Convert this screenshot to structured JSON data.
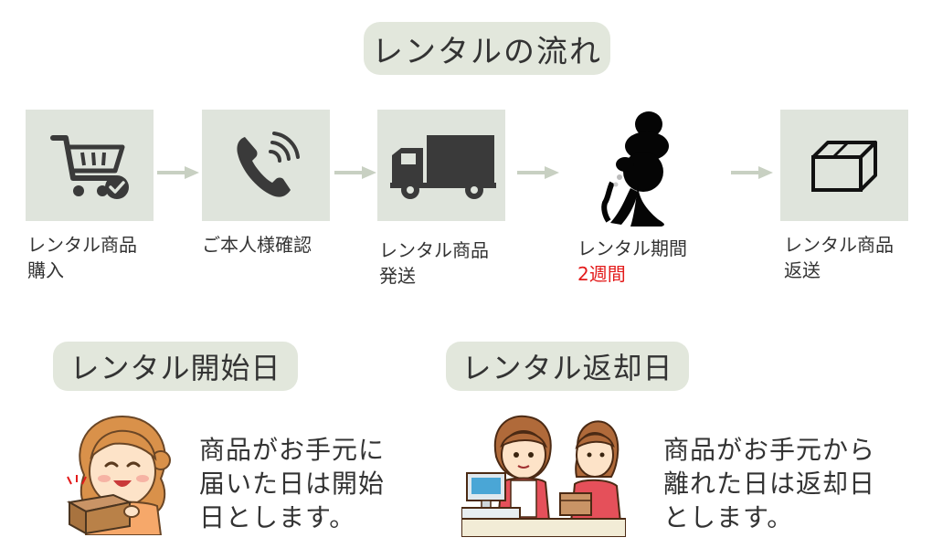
{
  "header": {
    "title": "レンタルの流れ"
  },
  "steps": [
    {
      "icon": "shopping-cart-icon",
      "line1": "レンタル商品",
      "line2": "購入"
    },
    {
      "icon": "phone-icon",
      "line1": "ご本人様確認",
      "line2": ""
    },
    {
      "icon": "truck-icon",
      "line1": "レンタル商品",
      "line2": "発送"
    },
    {
      "icon": "japanese-woman-silhouette-icon",
      "line1": "レンタル期間",
      "line2": "2週間"
    },
    {
      "icon": "package-box-icon",
      "line1": "レンタル商品",
      "line2": "返送"
    }
  ],
  "colors": {
    "box_bg": "#dfe4dc",
    "pill_bg": "#e2e7dc",
    "accent_red": "#e31b1b",
    "arrow": "#c8d0c2"
  },
  "start_section": {
    "title": "レンタル開始日",
    "text_lines": [
      "商品がお手元に",
      "届いた日は開始",
      "日とします。"
    ]
  },
  "return_section": {
    "title": "レンタル返却日",
    "text_lines": [
      "商品がお手元から",
      "離れた日は返却日",
      "とします。"
    ]
  }
}
